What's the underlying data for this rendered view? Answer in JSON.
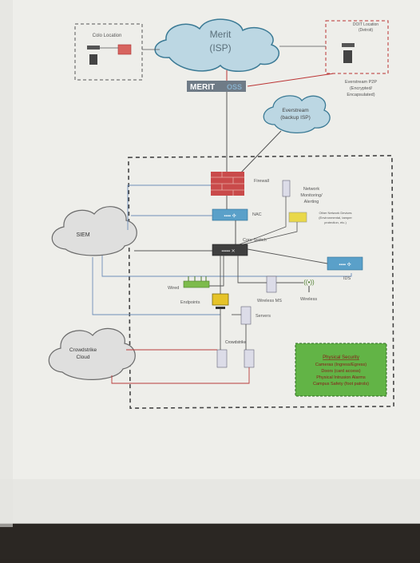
{
  "labels": {
    "colo_location": "Colo Location",
    "merit_isp_line1": "Merit",
    "merit_isp_line2": "(ISP)",
    "doit_location_line1": "DOIT Location",
    "doit_location_line2": "(Detroit)",
    "merit_banner": "MERIT",
    "merit_banner_tail": "OSS",
    "everstream_p2p_line1": "Everstream P2P",
    "everstream_p2p_line2": "(Encrypted/",
    "everstream_p2p_line3": "Encapsulated)",
    "everstream_line1": "Everstream",
    "everstream_line2": "(backup ISP)",
    "firewall": "Firewall",
    "network_monitoring_line1": "Network",
    "network_monitoring_line2": "Monitoring/",
    "network_monitoring_line3": "Alerting",
    "nac": "NAC",
    "other_devices_line1": "Other Network Devices",
    "other_devices_line2": "(Environmental, tamper",
    "other_devices_line3": "protection, etc.)",
    "siem": "SIEM",
    "core_switch": "Core Switch",
    "ids": "IDS",
    "wired": "Wired",
    "endpoints": "Endpoints",
    "wireless_ms": "Wireless MS",
    "wireless": "Wireless",
    "servers": "Servers",
    "crowdstrike_cloud_line1": "Crowdstrike",
    "crowdstrike_cloud_line2": "Cloud",
    "crowdstrike": "Crowdstrike",
    "physical_security": {
      "title": "Physical Security",
      "items": [
        "Cameras (Ingress/Egress)",
        "Doors (card access)",
        "Physical Intrusion Alarms",
        "Campus Safety (foot patrols)"
      ]
    }
  },
  "colors": {
    "cloud_fill": "#bcd7e3",
    "cloud_stroke": "#3b7a95",
    "firewall": "#c94a4a",
    "switch": "#5aa0c9",
    "physical_security_fill": "#62b446",
    "link_red": "#b83a3a",
    "link_blue": "#6d8db8"
  }
}
